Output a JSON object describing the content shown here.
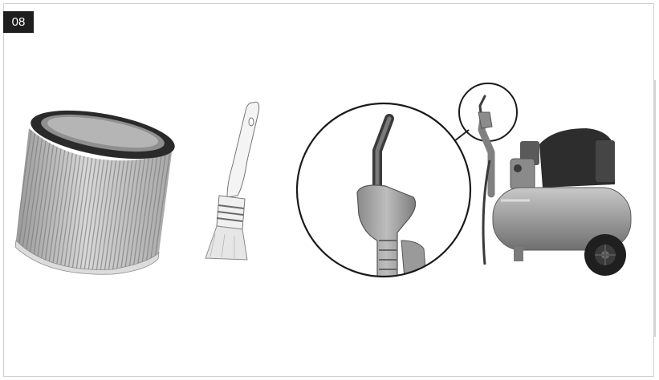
{
  "page": {
    "number_label": "08"
  },
  "illustrations": [
    {
      "name": "cartridge-filter",
      "label": ""
    },
    {
      "name": "paint-brush",
      "label": ""
    },
    {
      "name": "air-compressor-with-blow-gun",
      "label": ""
    }
  ]
}
